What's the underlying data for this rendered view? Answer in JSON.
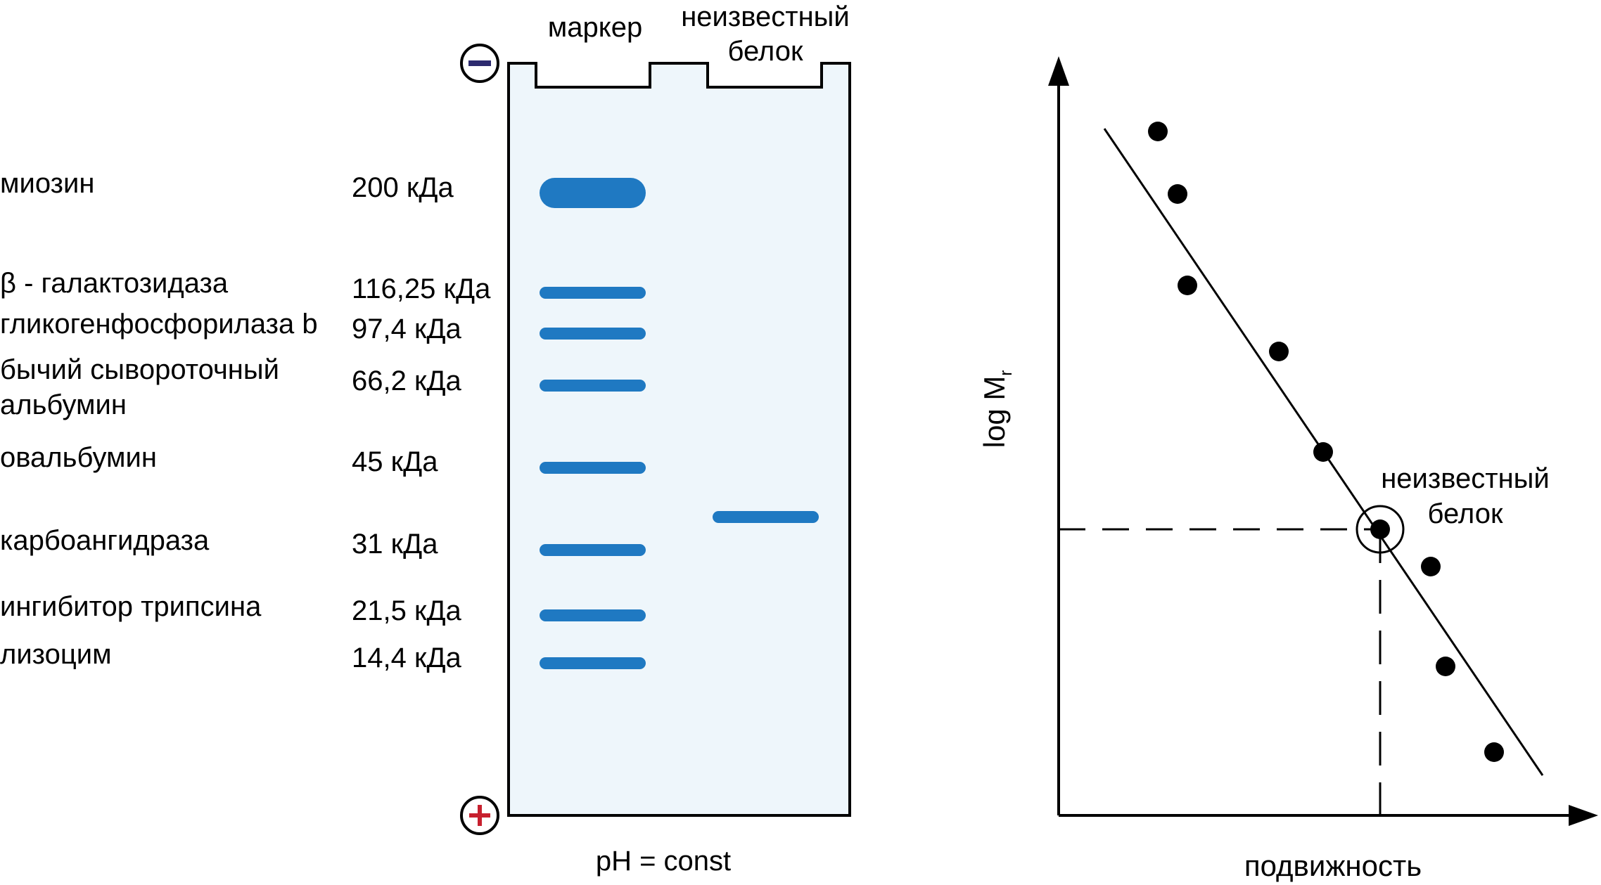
{
  "colors": {
    "gel_fill": "#eef6fb",
    "band": "#1f79c2",
    "minus_sign": "#2c2a6e",
    "plus_sign": "#c7202e",
    "outline": "#000000"
  },
  "gel": {
    "lane_marker_label": "маркер",
    "lane_unknown_label_line1": "неизвестный",
    "lane_unknown_label_line2": "белок",
    "cathode_symbol": "−",
    "anode_symbol": "+",
    "footer": "pH = const"
  },
  "proteins": [
    {
      "name_lines": [
        "миозин"
      ],
      "mass": "200 кДа"
    },
    {
      "name_lines": [
        "β - галактозидаза"
      ],
      "mass": "116,25 кДа"
    },
    {
      "name_lines": [
        "гликогенфосфорилаза b"
      ],
      "mass": "97,4 кДа"
    },
    {
      "name_lines": [
        "бычий сывороточный",
        "альбумин"
      ],
      "mass": "66,2 кДа"
    },
    {
      "name_lines": [
        "овальбумин"
      ],
      "mass": "45 кДа"
    },
    {
      "name_lines": [
        "карбоангидраза"
      ],
      "mass": "31 кДа"
    },
    {
      "name_lines": [
        "ингибитор трипсина"
      ],
      "mass": "21,5 кДа"
    },
    {
      "name_lines": [
        "лизоцим"
      ],
      "mass": "14,4 кДа"
    }
  ],
  "plot": {
    "ylabel_main": "log M",
    "ylabel_sub": "r",
    "xlabel": "подвижность",
    "unknown_label_line1": "неизвестный",
    "unknown_label_line2": "белок",
    "points_count": 9
  }
}
